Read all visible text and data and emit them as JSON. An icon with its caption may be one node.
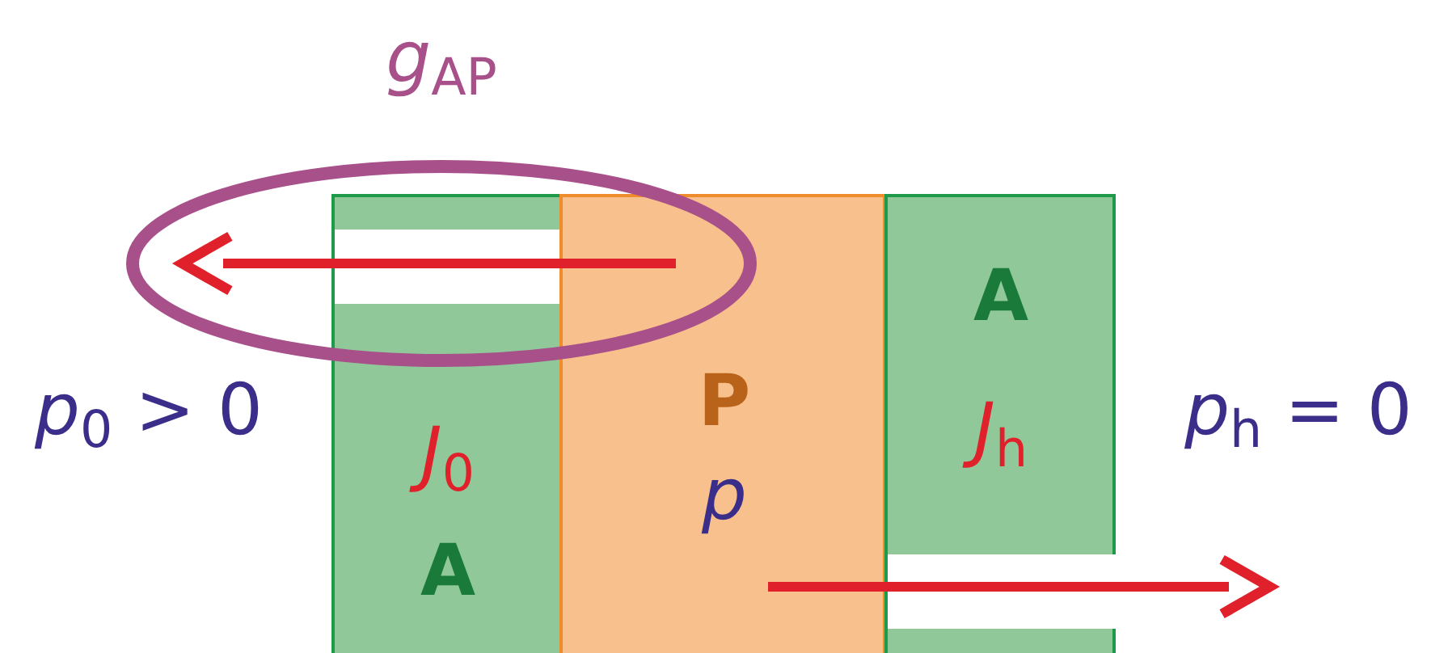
{
  "diagram": {
    "nodes": [
      {
        "text": [
          "*g*$_{AP}$"
        ]
      },
      {
        "text": [
          "*J*$_{0}$",
          "A"
        ]
      },
      {
        "text": [
          "P",
          "p"
        ]
      },
      {
        "text": [
          "A",
          "*J*$_{h}$"
        ]
      }
    ],
    "labels": [
      "*p*$_{0}$ > 0",
      "*p*$_{h}$ = 0"
    ]
  }
}
